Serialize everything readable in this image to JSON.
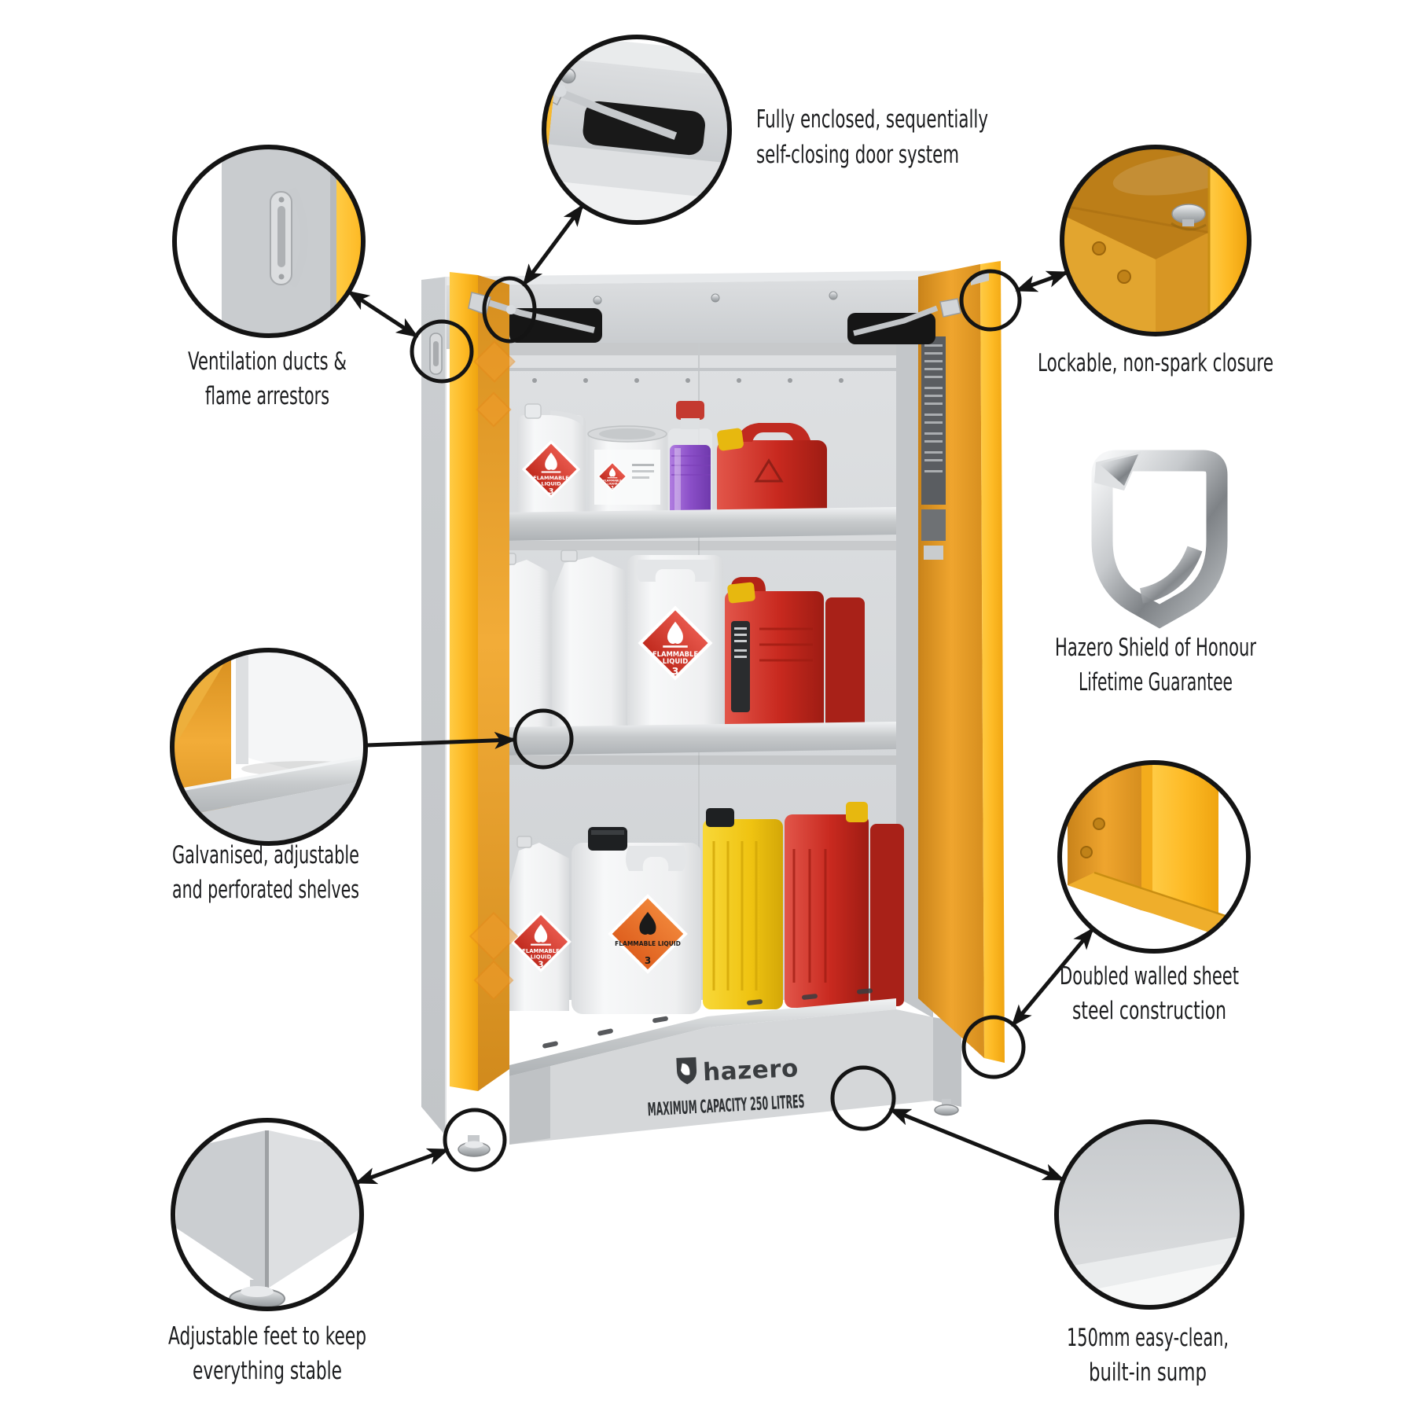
{
  "callouts": {
    "door_system": {
      "line1": "Fully enclosed, sequentially",
      "line2": "self-closing door system"
    },
    "ventilation": {
      "line1": "Ventilation ducts &",
      "line2": "flame arrestors"
    },
    "lockable": {
      "line1": "Lockable, non-spark closure"
    },
    "shield": {
      "line1": "Hazero Shield of Honour",
      "line2": "Lifetime Guarantee"
    },
    "shelves": {
      "line1": "Galvanised, adjustable",
      "line2": "and perforated shelves"
    },
    "double_wall": {
      "line1": "Doubled walled sheet",
      "line2": "steel construction"
    },
    "feet": {
      "line1": "Adjustable feet to keep",
      "line2": "everything stable"
    },
    "sump": {
      "line1": "150mm easy-clean,",
      "line2": "built-in sump"
    }
  },
  "brand": {
    "logo_text": "hazero",
    "capacity_label": "MAXIMUM CAPACITY 250 LITRES"
  },
  "hazard_label": {
    "word1": "FLAMMABLE",
    "word2": "LIQUID",
    "class_digit": "3"
  },
  "cabinet_contents": {
    "top_shelf": [
      "white-jerrycan-5l",
      "white-paint-tin",
      "purple-liquid-bottle",
      "red-fuel-can"
    ],
    "middle_shelf": [
      "white-f-style-can",
      "white-f-style-can",
      "white-jerrycan-10l",
      "red-tall-fuel-can"
    ],
    "bottom_level": [
      "white-slim-can",
      "white-jerrycan-20l",
      "yellow-jerrycan",
      "red-tall-jerrycan",
      "red-tall-jerrycan"
    ]
  },
  "colors": {
    "yellow_bright": "#FFC331",
    "yellow_face": "#F7AD19",
    "amber_inner": "#E09A28",
    "amber_deep": "#C9861E",
    "steel": "#CDD0D3",
    "steel_light": "#E2E4E6",
    "steel_wall": "#C3C6C9",
    "sump_face": "#D5D7D9",
    "galvanized": "#C9CCCE",
    "red_can": "#C8291F",
    "yellow_can": "#EFC311",
    "purple_liquid": "#8B4FC8",
    "label_red": "#D23A2E",
    "label_orange": "#E8732A",
    "placard_gray": "#5A5D61",
    "line_ink": "#141414",
    "text_ink": "#1B1C1E",
    "brand_ink": "#3A3D40"
  }
}
